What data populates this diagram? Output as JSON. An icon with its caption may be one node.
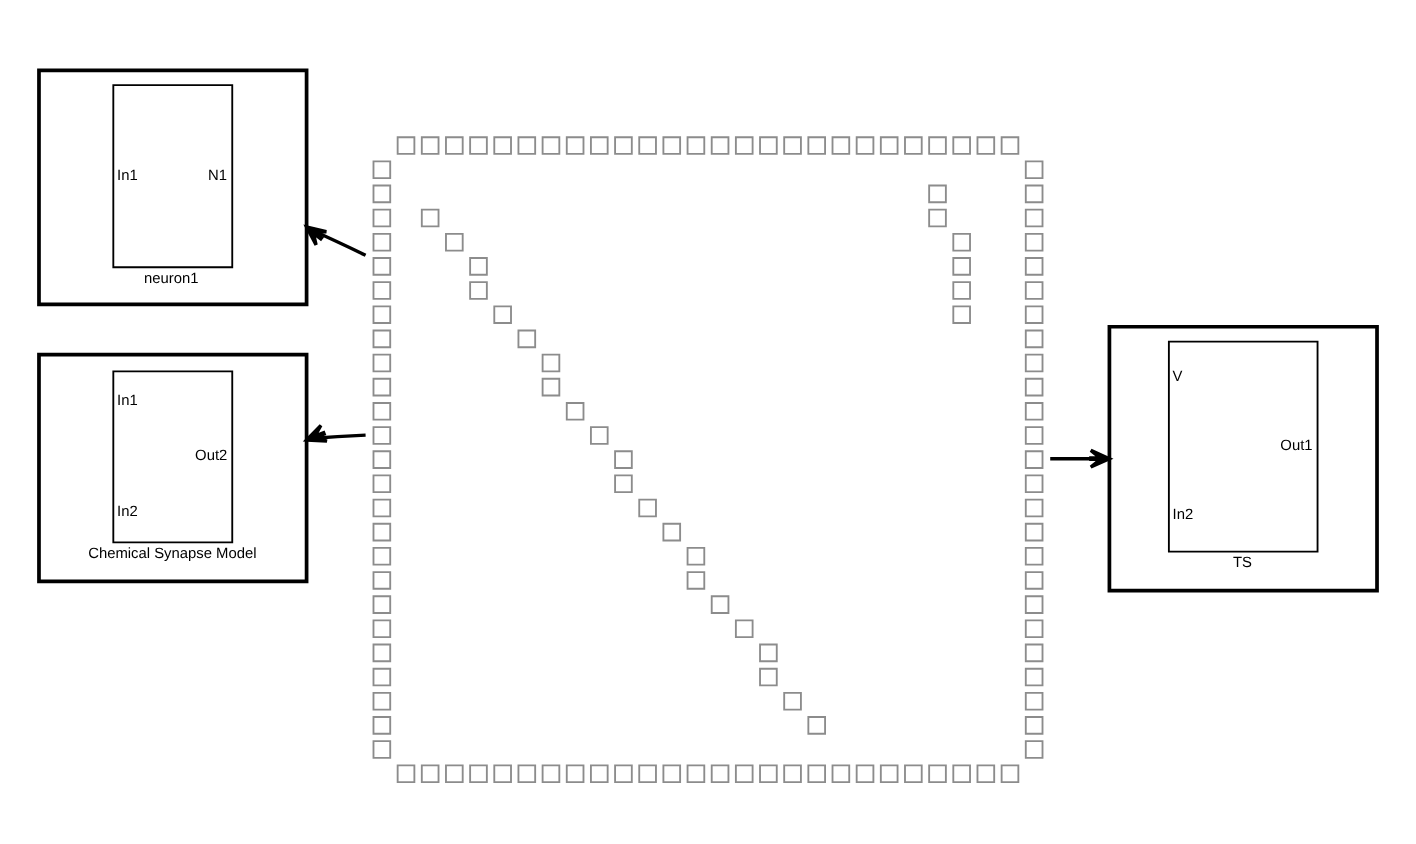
{
  "diagram": {
    "nodes": [
      {
        "text": [],
        "shape": "box"
      },
      {
        "text": [
          "In1",
          "N1"
        ],
        "beside": [
          "neuron1"
        ],
        "in": 0
      },
      {
        "text": [],
        "shape": "picture"
      },
      {
        "text": [],
        "shape": "box"
      },
      {
        "text": [
          "V",
          "In2",
          "Out1"
        ],
        "beside": [
          "TS"
        ],
        "in": 3
      },
      {
        "text": [],
        "shape": "box"
      },
      {
        "text": [
          "In1",
          "In2",
          "Out2"
        ],
        "beside": [
          "Chemical Synapse Model"
        ],
        "in": 5
      }
    ],
    "edges": [
      {
        "from": 2,
        "to": 0,
        "arrow": "to"
      },
      {
        "from": 2,
        "to": 3,
        "arrow": "to"
      },
      {
        "from": 2,
        "to": 5,
        "arrow": "to"
      }
    ]
  }
}
